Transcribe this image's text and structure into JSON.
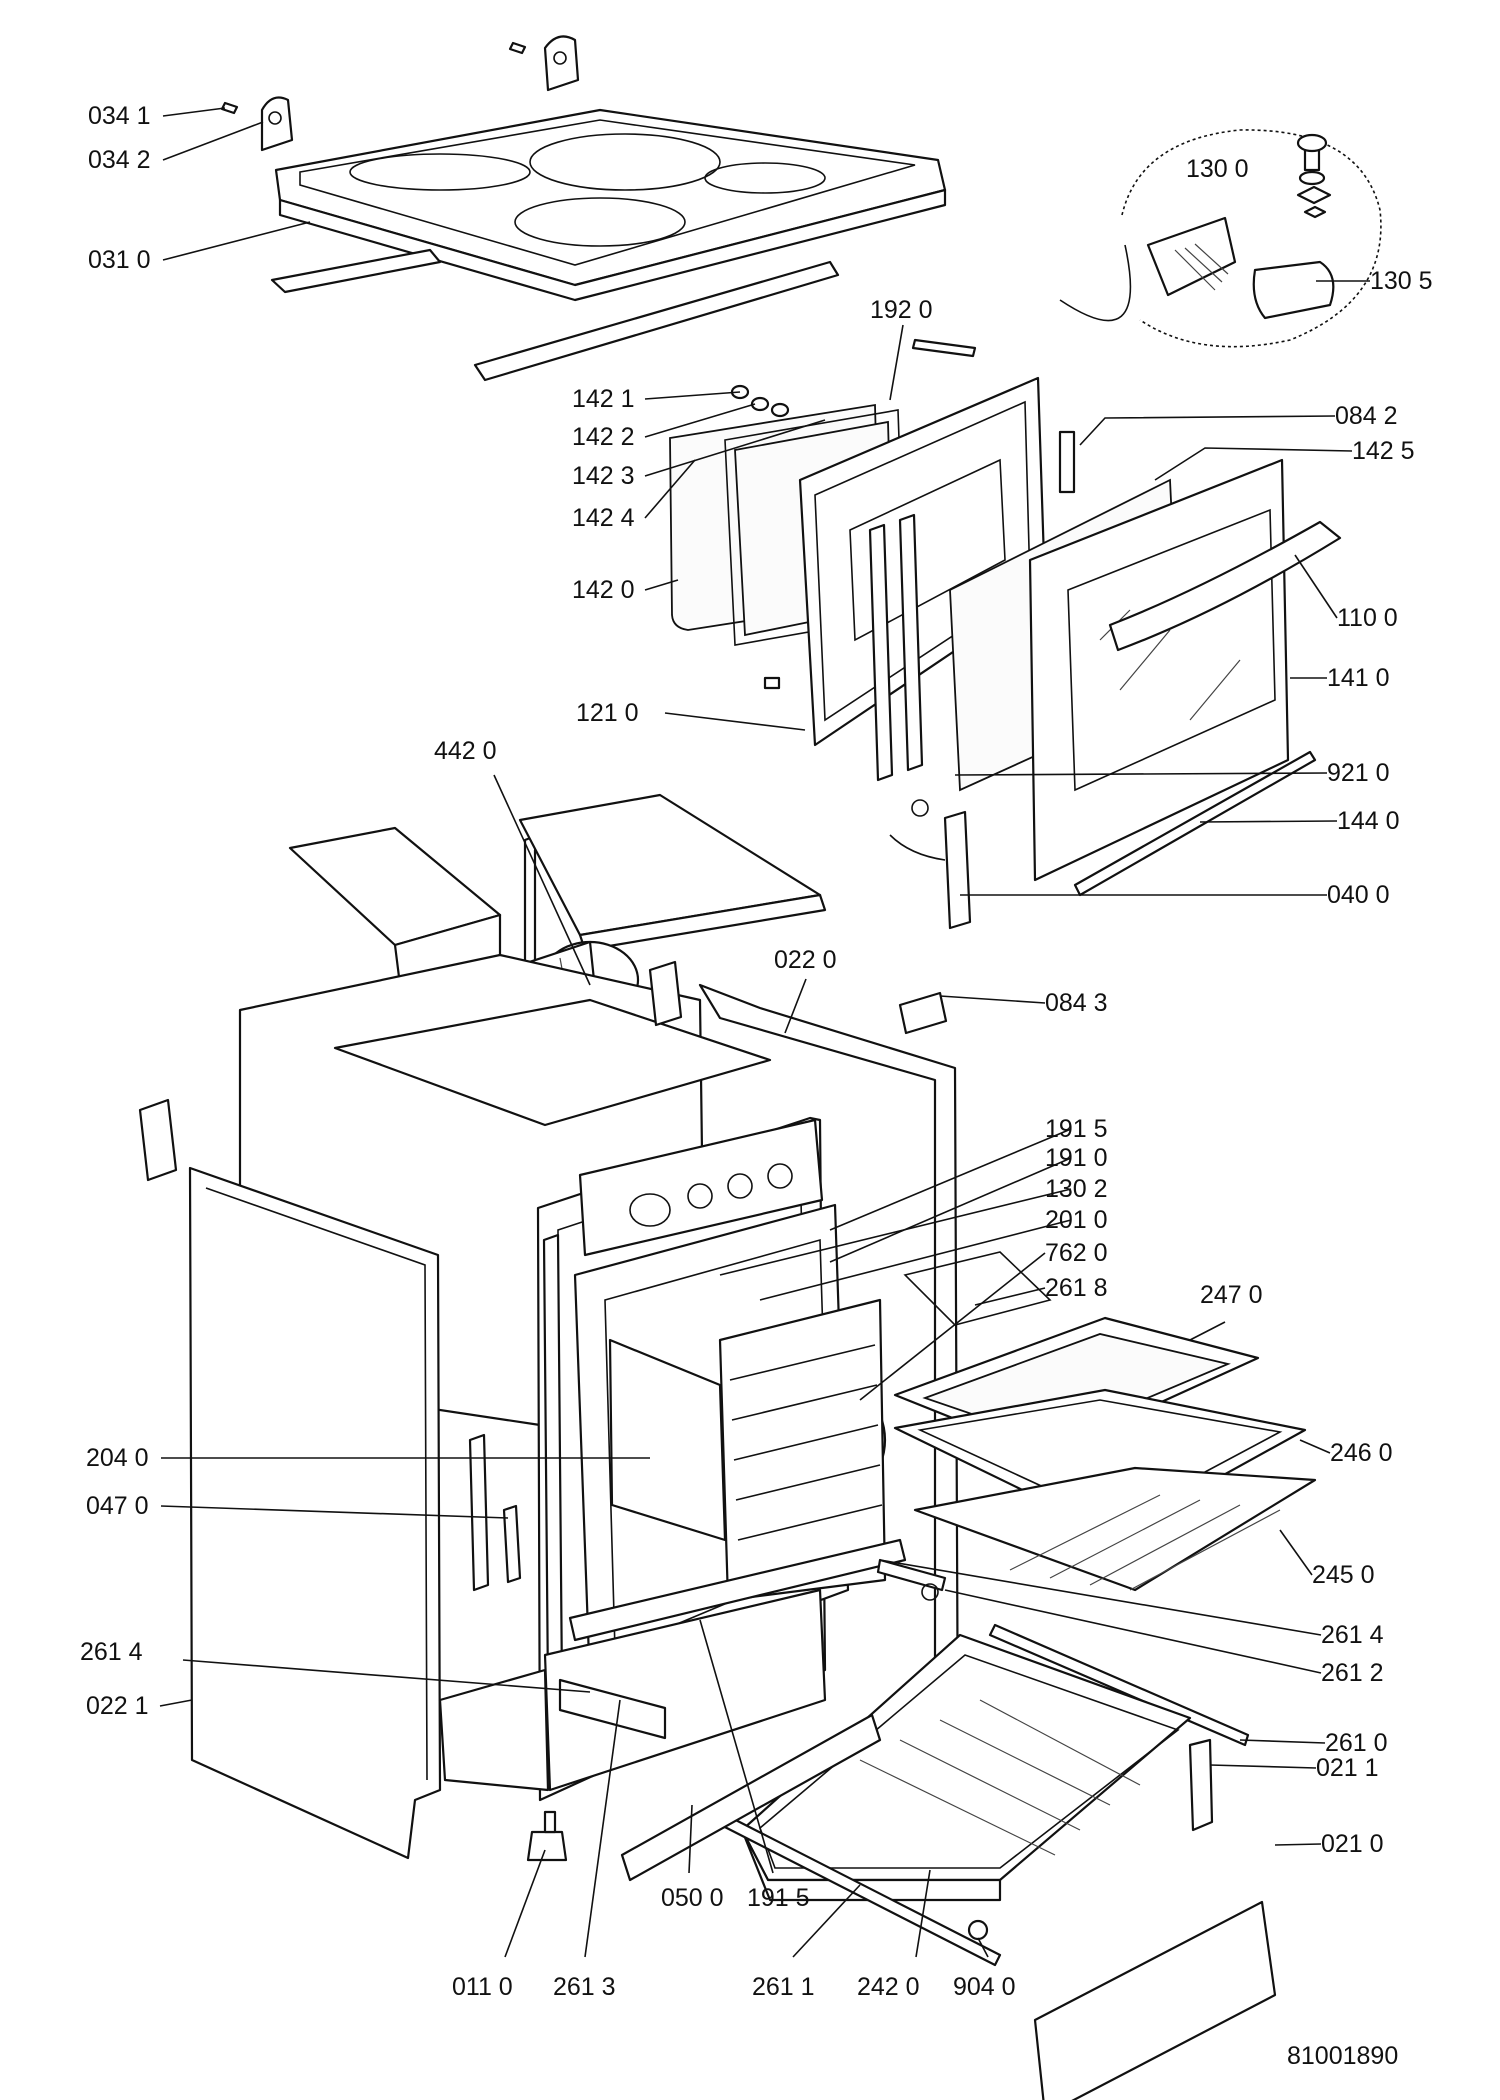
{
  "drawing_number": "81001890",
  "callouts": {
    "c0341": "034 1",
    "c0342": "034 2",
    "c0310": "031 0",
    "c1300": "130 0",
    "c1305": "130 5",
    "c1920": "192 0",
    "c1421": "142 1",
    "c1422": "142 2",
    "c1423": "142 3",
    "c1424": "142 4",
    "c1420": "142 0",
    "c0842": "084 2",
    "c1425": "142 5",
    "c1100": "110 0",
    "c1410": "141 0",
    "c1210": "121 0",
    "c4420": "442 0",
    "c9210": "921 0",
    "c1440": "144 0",
    "c0400": "040 0",
    "c0220": "022 0",
    "c0843": "084 3",
    "c1915a": "191 5",
    "c1910": "191 0",
    "c1302": "130 2",
    "c2010": "201 0",
    "c7620": "762 0",
    "c2618": "261 8",
    "c2470": "247 0",
    "c2040": "204 0",
    "c2460": "246 0",
    "c0470": "047 0",
    "c2450": "245 0",
    "c2614a": "261 4",
    "c2614b": "261 4",
    "c2612": "261 2",
    "c0221": "022 1",
    "c2610": "261 0",
    "c0211": "021 1",
    "c0210": "021 0",
    "c0500": "050 0",
    "c1915b": "191 5",
    "c0110": "011 0",
    "c2613": "261 3",
    "c2611": "261 1",
    "c2420": "242 0",
    "c9040": "904 0"
  }
}
